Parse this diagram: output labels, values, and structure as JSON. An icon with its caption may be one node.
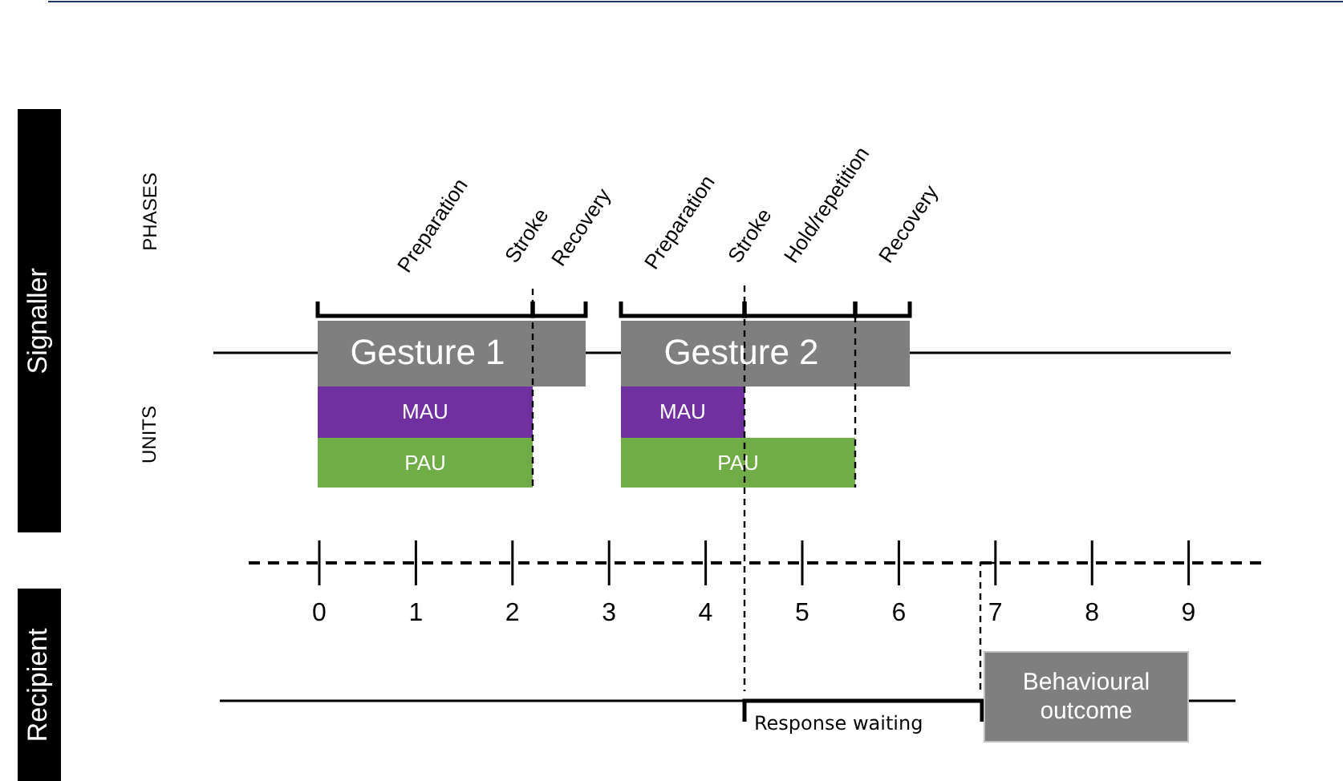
{
  "diagram": {
    "nodes": [
      {
        "text": [
          "Signaller"
        ]
      },
      {
        "text": [
          "Recipient"
        ]
      },
      {
        "text": [
          "Gesture 1"
        ]
      },
      {
        "text": [
          "MAU"
        ]
      },
      {
        "text": [
          "PAU"
        ]
      },
      {
        "text": [
          "Gesture 2"
        ]
      },
      {
        "text": [
          "MAU"
        ]
      },
      {
        "text": [
          "PAU"
        ]
      },
      {
        "text": [
          "Behavioural outcome"
        ]
      }
    ],
    "labels": [
      "PHASES",
      "Preparation",
      "Stroke",
      "Recovery",
      "Preparation",
      "Stroke",
      "Hold/repetition",
      "Recovery",
      "UNITS",
      "0",
      "1",
      "2",
      "3",
      "4",
      "5",
      "6",
      "7",
      "8",
      "9",
      "Response waiting"
    ]
  }
}
